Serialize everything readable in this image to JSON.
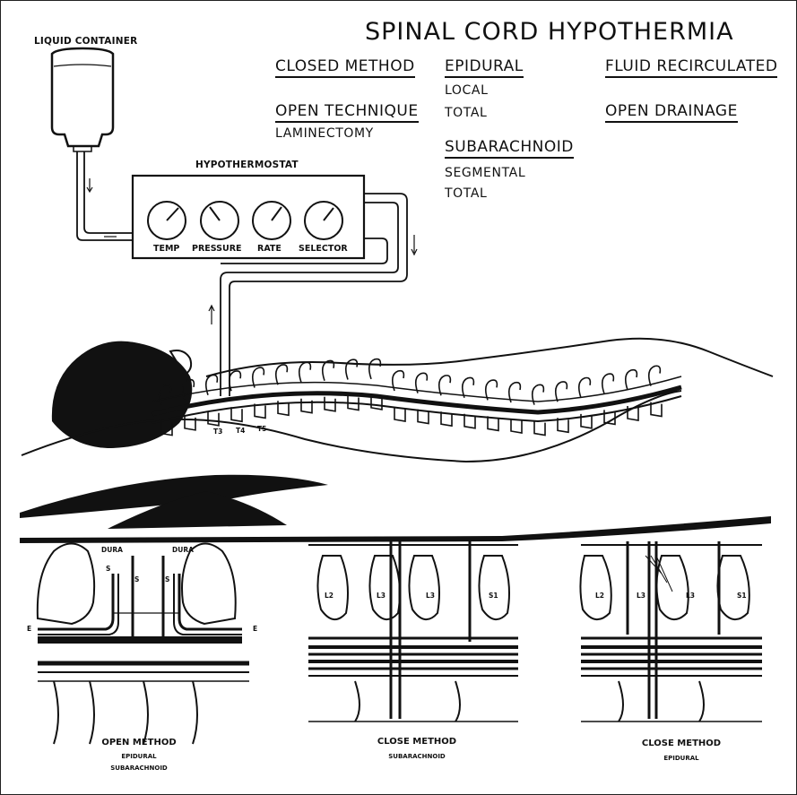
{
  "title": "SPINAL CORD HYPOTHERMIA",
  "methods": {
    "closed_method": "CLOSED METHOD",
    "open_technique": "OPEN TECHNIQUE",
    "laminectomy": "LAMINECTOMY",
    "epidural": "EPIDURAL",
    "local": "LOCAL",
    "total_1": "TOTAL",
    "subarachnoid": "SUBARACHNOID",
    "segmental": "SEGMENTAL",
    "total_2": "TOTAL",
    "fluid_recirculated": "FLUID RECIRCULATED",
    "open_drainage": "OPEN DRAINAGE"
  },
  "apparatus": {
    "liquid_container": "LIQUID CONTAINER",
    "hypothermostat": "HYPOTHERMOSTAT",
    "dials": [
      "TEMP",
      "PRESSURE",
      "RATE",
      "SELECTOR"
    ]
  },
  "vertebra_labels": [
    "T3",
    "T4",
    "T5"
  ],
  "panels": {
    "open": {
      "labels": {
        "dura_left": "DURA",
        "dura_right": "DURA",
        "s1": "S",
        "s2": "S",
        "s3": "S",
        "e_left": "E",
        "e_right": "E"
      },
      "caption": "OPEN METHOD",
      "sub1": "EPIDURAL",
      "sub2": "SUBARACHNOID"
    },
    "close_sub": {
      "labels": [
        "L2",
        "L3",
        "L3",
        "S1"
      ],
      "caption": "CLOSE METHOD",
      "sub1": "SUBARACHNOID"
    },
    "close_epi": {
      "labels": [
        "L2",
        "L3",
        "L3",
        "S1"
      ],
      "caption": "CLOSE METHOD",
      "sub1": "EPIDURAL"
    }
  },
  "colors": {
    "ink": "#111111",
    "paper": "#ffffff"
  }
}
